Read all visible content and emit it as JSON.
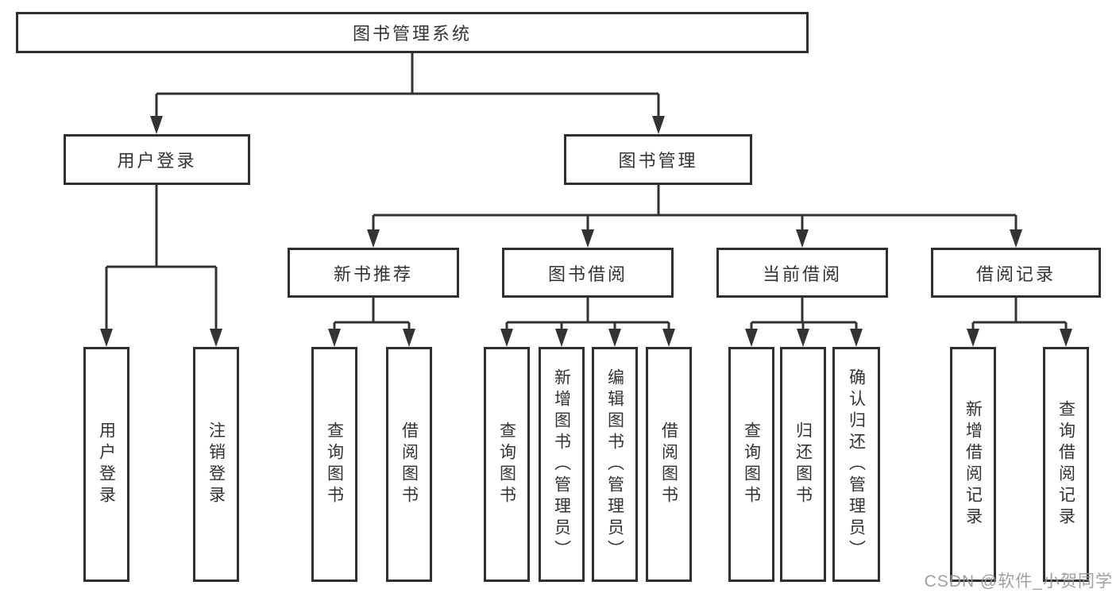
{
  "diagram": {
    "colors": {
      "line": "#333333",
      "text": "#333333",
      "background": "#ffffff",
      "watermark_color": "#9b9494"
    },
    "watermark": "CSDN @软件_小贺同学",
    "nodes": {
      "root": "图书管理系统",
      "user_login": "用户登录",
      "book_mgmt": "图书管理",
      "new_book_rec": "新书推荐",
      "book_borrow": "图书借阅",
      "current_borrow": "当前借阅",
      "borrow_records": "借阅记录",
      "ul_user_login": "用户登录",
      "ul_logout": "注销登录",
      "nbr_query_book": "查询图书",
      "nbr_borrow_book": "借阅图书",
      "bb_query_book": "查询图书",
      "bb_add_book": "新增图书（管理员）",
      "bb_edit_book": "编辑图书（管理员）",
      "bb_borrow_book": "借阅图书",
      "cb_query_book": "查询图书",
      "cb_return_book": "归还图书",
      "cb_confirm_return": "确认归还（管理员）",
      "br_add_record": "新增借阅记录",
      "br_query_record": "查询借阅记录"
    }
  }
}
